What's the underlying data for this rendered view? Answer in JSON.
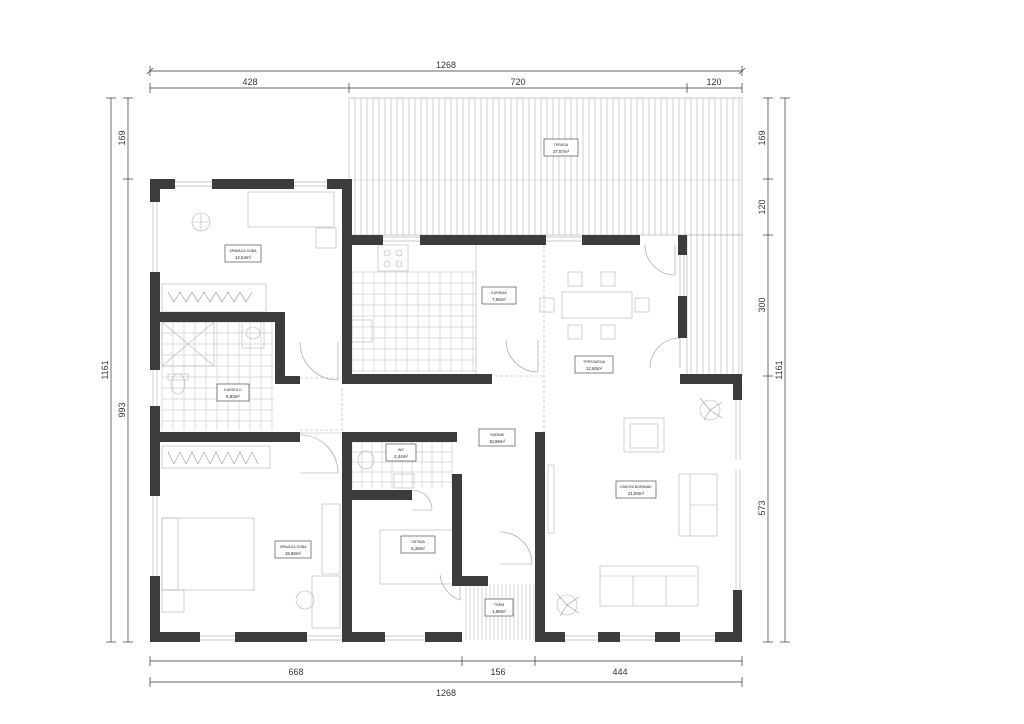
{
  "dimensions": {
    "top_overall": "1268",
    "top_segments": [
      "428",
      "720",
      "120"
    ],
    "bottom_overall": "1268",
    "bottom_segments": [
      "668",
      "156",
      "444"
    ],
    "left_overall": "1161",
    "left_segments": [
      "169",
      "993"
    ],
    "right_overall": "1161",
    "right_segments": [
      "169",
      "120",
      "300",
      "573"
    ]
  },
  "rooms": [
    {
      "id": "terasa",
      "name": "TERASA",
      "area": "27,87m²"
    },
    {
      "id": "spavaca-soba-1",
      "name": "SPAVACA SOBA",
      "area": "12,54m²"
    },
    {
      "id": "kupatilo",
      "name": "KUPATILO",
      "area": "5,83m²"
    },
    {
      "id": "kuhinja",
      "name": "KUHINJA",
      "area": "7,55m²"
    },
    {
      "id": "trpezarija",
      "name": "TRPEZARIJA",
      "area": "12,60m²"
    },
    {
      "id": "hodnik",
      "name": "HODNIK",
      "area": "10,96m²"
    },
    {
      "id": "wc",
      "name": "WC",
      "area": "2,44m²"
    },
    {
      "id": "dnevni-boravak",
      "name": "DNEVNI BORAVAK",
      "area": "21,50m²"
    },
    {
      "id": "spavaca-soba-2",
      "name": "SPAVACA SOBA",
      "area": "15,86m²"
    },
    {
      "id": "ostava",
      "name": "OSTAVA",
      "area": "6,28m²"
    },
    {
      "id": "trem",
      "name": "TREM",
      "area": "1,88m²"
    }
  ]
}
